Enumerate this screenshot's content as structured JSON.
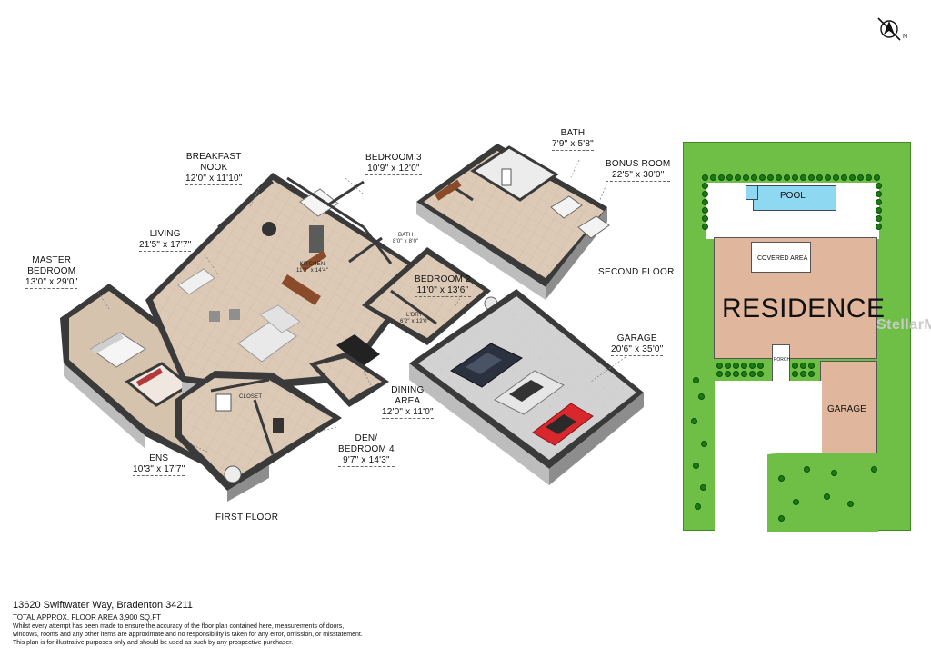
{
  "compass": {
    "north_label": "N"
  },
  "rooms": {
    "breakfast_nook": {
      "name_line1": "BREAKFAST",
      "name_line2": "NOOK",
      "dim": "12'0\" x 11'10\""
    },
    "bedroom_3": {
      "name": "BEDROOM 3",
      "dim": "10'9\" x 12'0\""
    },
    "bath_upper": {
      "name": "BATH",
      "dim": "7'9\" x 5'8\""
    },
    "bonus_room": {
      "name": "BONUS ROOM",
      "dim": "22'5\" x 30'0\""
    },
    "living": {
      "name": "LIVING",
      "dim": "21'5\" x 17'7\""
    },
    "master_bedroom": {
      "name_line1": "MASTER",
      "name_line2": "BEDROOM",
      "dim": "13'0\" x 29'0\""
    },
    "kitchen": {
      "name": "KITCHEN",
      "dim": "11'3\" x 14'4\""
    },
    "bath_small": {
      "name": "BATH",
      "dim": "8'0\" x 8'0\""
    },
    "bedroom_2": {
      "name": "BEDROOM 2",
      "dim": "11'0\" x 13'6\""
    },
    "laundry": {
      "name": "L'DRY",
      "dim": "6'2\" x 12'0\""
    },
    "garage": {
      "name": "GARAGE",
      "dim": "20'6\" x 35'0\""
    },
    "closet": {
      "name": "CLOSET"
    },
    "dining_area": {
      "name_line1": "DINING",
      "name_line2": "AREA",
      "dim": "12'0\" x 11'0\""
    },
    "den": {
      "name_line1": "DEN/",
      "name_line2": "BEDROOM 4",
      "dim": "9'7\" x 14'3\""
    },
    "ens": {
      "name": "ENS",
      "dim": "10'3\" x 17'7\""
    }
  },
  "floors": {
    "first": "FIRST FLOOR",
    "second": "SECOND FLOOR"
  },
  "site_plan": {
    "pool": "POOL",
    "covered_area": "COVERED AREA",
    "residence": "RESIDENCE",
    "porch": "PORCH",
    "garage": "GARAGE"
  },
  "watermark": "StellarMLS",
  "footer": {
    "address": "13620 Swiftwater Way, Bradenton 34211",
    "total_area": "TOTAL APPROX. FLOOR AREA 3,900 SQ.FT",
    "disclaimer_1": "Whilst every attempt has been made to ensure the accuracy of the floor plan contained here, measurements of doors,",
    "disclaimer_2": "windows, rooms and any other items are approximate and no responsibility is taken for any error, omission, or misstatement.",
    "disclaimer_3": "This plan is for illustrative purposes only and should be used as such by any prospective purchaser."
  },
  "colors": {
    "floor": "#d9c7b4",
    "wall": "#3a3a3a",
    "lawn": "#6fbe45",
    "residence": "#e0b79c",
    "pool": "#8fd8f2",
    "hedge": "#1a7a14"
  }
}
